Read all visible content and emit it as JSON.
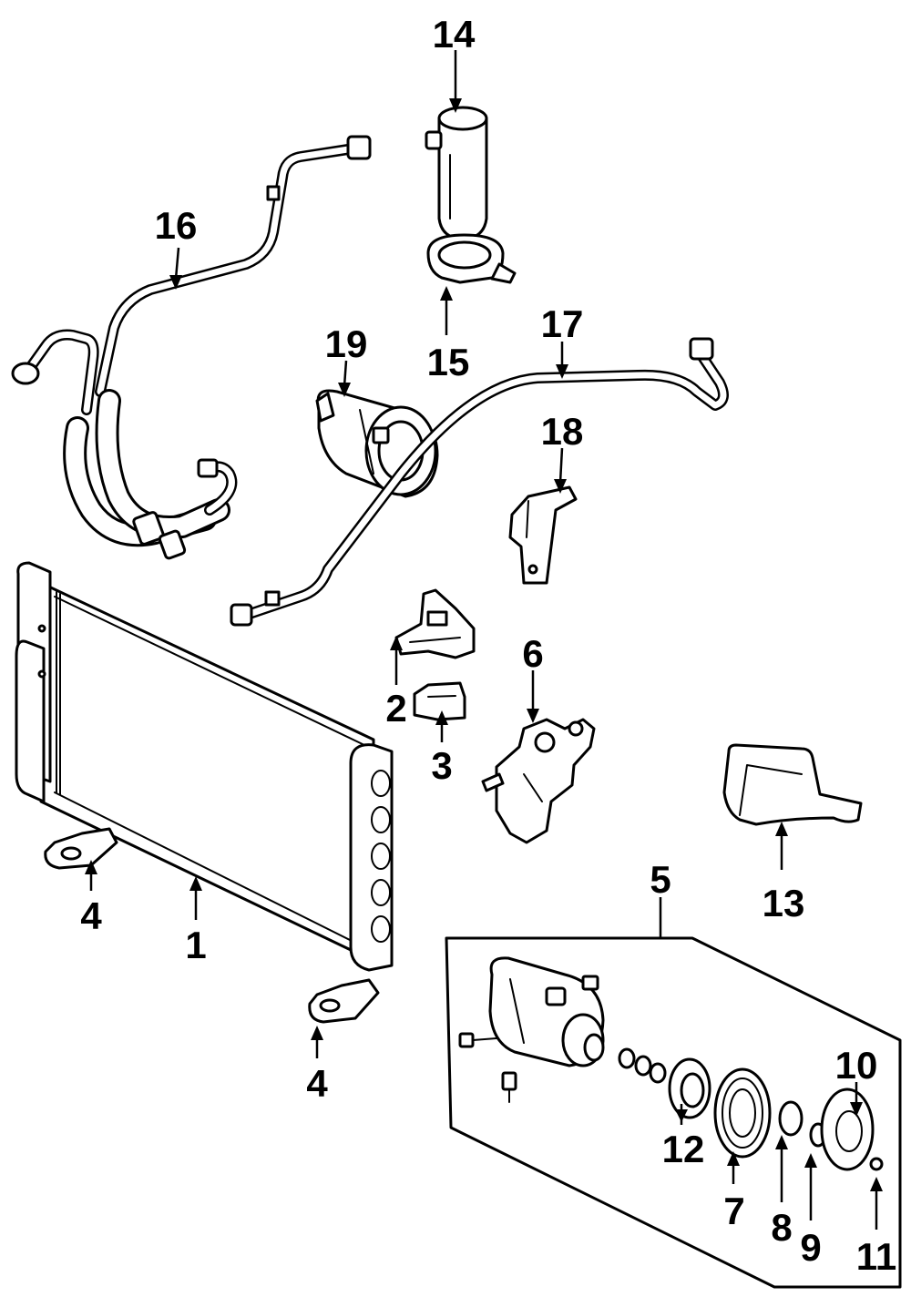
{
  "diagram": {
    "callouts": {
      "p1": "1",
      "p2": "2",
      "p3": "3",
      "p4a": "4",
      "p4b": "4",
      "p5": "5",
      "p6": "6",
      "p7": "7",
      "p8": "8",
      "p9": "9",
      "p10": "10",
      "p11": "11",
      "p12": "12",
      "p13": "13",
      "p14": "14",
      "p15": "15",
      "p16": "16",
      "p17": "17",
      "p18": "18",
      "p19": "19"
    },
    "colors": {
      "line": "#000000",
      "background": "#ffffff"
    }
  }
}
